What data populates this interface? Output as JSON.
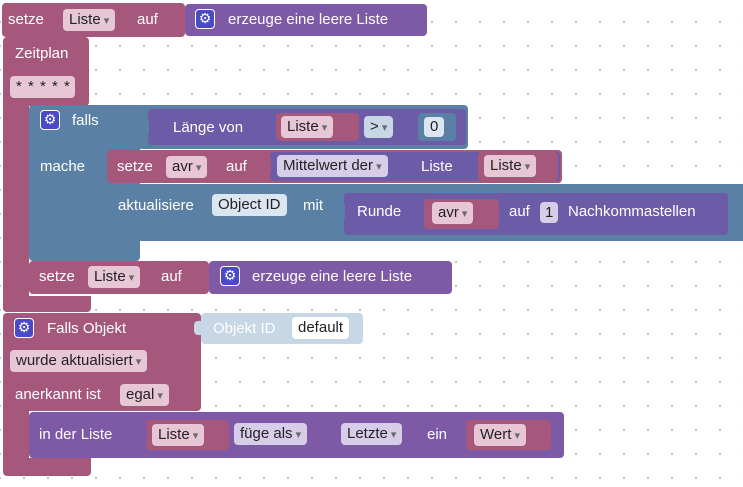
{
  "block_set_top": {
    "setze": "setze",
    "var": "Liste",
    "auf": "auf",
    "create": "erzeuge eine leere Liste"
  },
  "schedule": {
    "label": "Zeitplan",
    "cron": "* * * * *"
  },
  "if_block": {
    "falls": "falls",
    "mache": "mache",
    "length_of": "Länge von",
    "list_var": "Liste",
    "operator": ">",
    "number": "0"
  },
  "set_avr": {
    "setze": "setze",
    "var": "avr",
    "auf": "auf",
    "fn": "Mittelwert der",
    "list_word": "Liste",
    "list_var": "Liste"
  },
  "update_block": {
    "label": "aktualisiere",
    "object": "Object ID",
    "mit": "mit",
    "round": "Runde",
    "var": "avr",
    "auf": "auf",
    "digits": "1",
    "suffix": "Nachkommastellen"
  },
  "set_list2": {
    "setze": "setze",
    "var": "Liste",
    "auf": "auf",
    "create": "erzeuge eine leere Liste"
  },
  "trigger": {
    "label": "Falls Objekt",
    "objid_label": "Objekt ID",
    "objid_value": "default",
    "event": "wurde aktualisiert",
    "ack_label": "anerkannt ist",
    "ack_value": "egal"
  },
  "list_insert": {
    "in_list": "in der Liste",
    "list_var": "Liste",
    "mode": "füge als",
    "pos": "Letzte",
    "ein": "ein",
    "value": "Wert"
  },
  "colors": {
    "event_red": "#a5587b",
    "list_purple": "#7e5aa6",
    "logic_blue": "#5b80a5",
    "var_pink": "#e7c6d5"
  }
}
